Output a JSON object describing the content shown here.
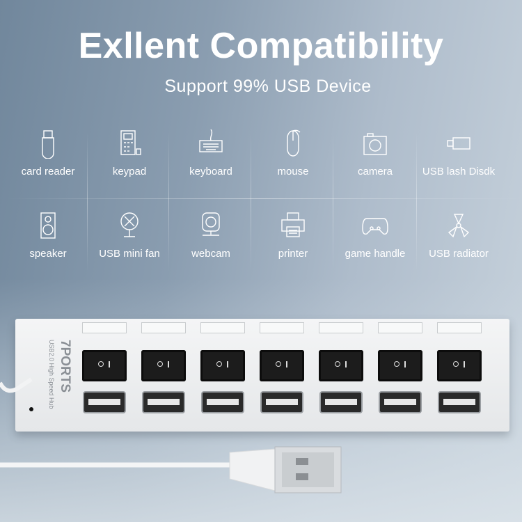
{
  "header": {
    "title": "Exllent Compatibility",
    "subtitle": "Support 99% USB Device"
  },
  "devices": [
    {
      "label": "card reader",
      "icon": "usb-stick-icon"
    },
    {
      "label": "keypad",
      "icon": "keypad-icon"
    },
    {
      "label": "keyboard",
      "icon": "keyboard-icon"
    },
    {
      "label": "mouse",
      "icon": "mouse-icon"
    },
    {
      "label": "camera",
      "icon": "camera-icon"
    },
    {
      "label": "USB lash Disdk",
      "icon": "flash-drive-icon"
    },
    {
      "label": "speaker",
      "icon": "speaker-icon"
    },
    {
      "label": "USB mini fan",
      "icon": "fan-icon"
    },
    {
      "label": "webcam",
      "icon": "webcam-icon"
    },
    {
      "label": "printer",
      "icon": "printer-icon"
    },
    {
      "label": "game handle",
      "icon": "gamepad-icon"
    },
    {
      "label": "USB radiator",
      "icon": "radiator-icon"
    }
  ],
  "hub": {
    "brand": "7PORTS",
    "model": "USB2.0 High Speed Hub",
    "port_count": 7,
    "switch_on_label": "I",
    "switch_off_label": "O"
  },
  "colors": {
    "text": "#ffffff",
    "hub_body": "#eeeff0",
    "switch": "#1c1c1c"
  }
}
